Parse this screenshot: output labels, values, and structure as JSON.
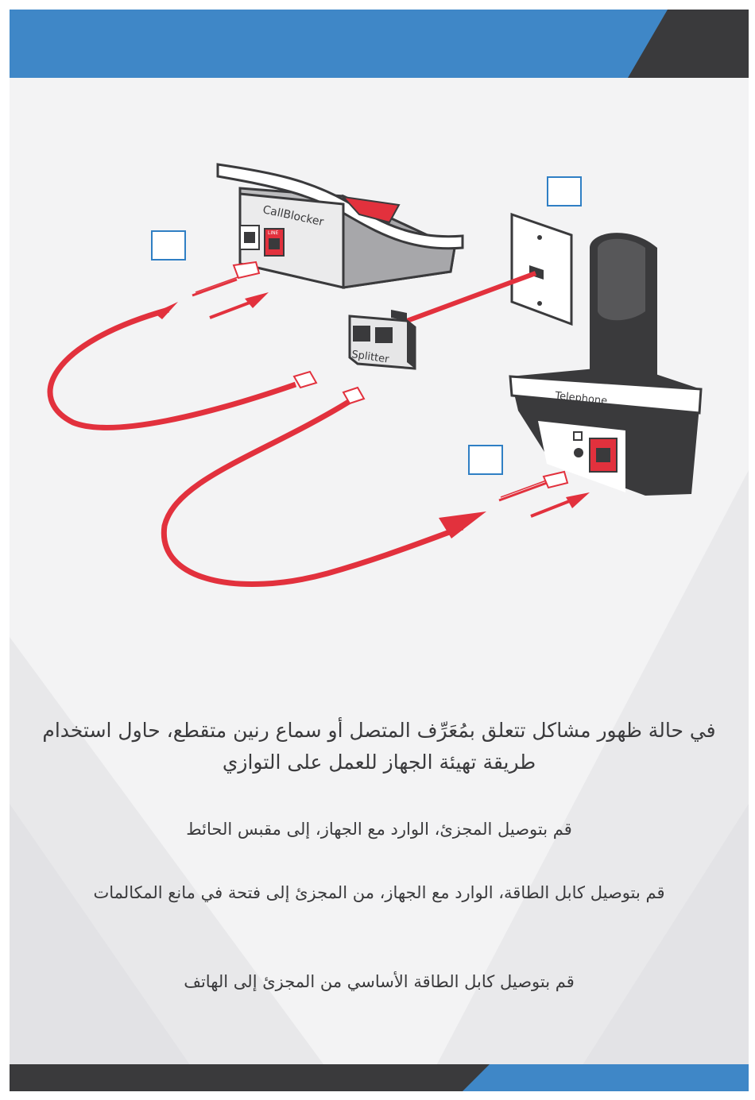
{
  "colors": {
    "accent_blue": "#3f87c7",
    "dark": "#3a3a3c",
    "cable_red": "#e2313d"
  },
  "diagram": {
    "callblocker_label": "CallBlocker",
    "line_label": "LINE",
    "splitter_label": "Splitter",
    "telephone_label": "Telephone"
  },
  "instructions": {
    "intro": "في حالة ظهور مشاكل تتعلق بمُعَرِّف المتصل أو سماع رنين متقطع، حاول استخدام طريقة تهيئة الجهاز للعمل على التوازي",
    "step1": "قم بتوصيل المجزئ، الوارد مع الجهاز، إلى مقبس الحائط",
    "step2": "قم بتوصيل كابل الطاقة، الوارد مع الجهاز، من المجزئ إلى فتحة في مانع المكالمات",
    "step3": "قم بتوصيل كابل الطاقة الأساسي من المجزئ إلى الهاتف"
  }
}
